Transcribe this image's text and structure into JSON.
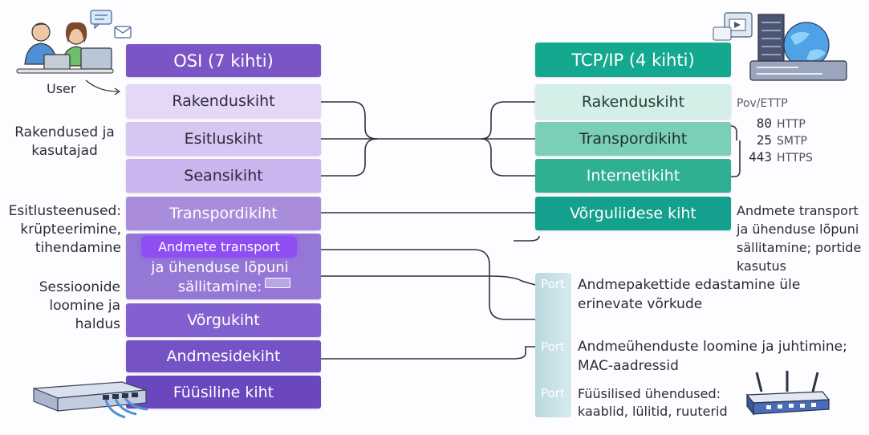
{
  "osi": {
    "header": "OSI (7 kihti)",
    "layers": [
      "Rakenduskiht",
      "Esitluskiht",
      "Seansikiht",
      "Transpordikiht",
      "",
      "Võrgukiht",
      "Andmesidekiht",
      "Füüsiline kiht"
    ],
    "badge": "Andmete transport",
    "overlay_text": "ja ühenduse lõpuni sällitamine:"
  },
  "tcp": {
    "header": "TCP/IP (4 kihti)",
    "layers": [
      "Rakenduskiht",
      "Transpordikiht",
      "Internetikiht",
      "Võrguliidese kiht"
    ]
  },
  "left_notes": {
    "user": "User",
    "apps": "Rakendused ja kasutajad",
    "presentation": "Esitlusteenused: krüpteerimine, tihendamine",
    "session": "Sessioonide loomine ja haldus"
  },
  "right_notes": {
    "protocol": "Pov/ETTP",
    "ports": [
      {
        "num": "80",
        "name": "HTTP"
      },
      {
        "num": "25",
        "name": "SMTP"
      },
      {
        "num": "443",
        "name": "HTTPS"
      }
    ],
    "transport_desc": "Andmete transport ja ühenduse lõpuni sällitamine; portide kasutus",
    "port_rows": [
      {
        "label": "Port",
        "text": "Andmepakettide edastamine üle erinevate võrkude"
      },
      {
        "label": "Port",
        "text": "Andmeühenduste loomine ja juhtimine; MAC-aadressid"
      },
      {
        "label": "Port",
        "text": "Füüsilised ühendused: kaablid, lülitid, ruuterid"
      }
    ]
  },
  "colors": {
    "osi_header": "#7a55c6",
    "tcp_header": "#14a98f",
    "connector": "#2f3340"
  },
  "icons": [
    "users-laptop-icon",
    "chat-bubble-icon",
    "mail-icon",
    "server-globe-icon",
    "network-switch-icon",
    "wifi-router-icon"
  ]
}
